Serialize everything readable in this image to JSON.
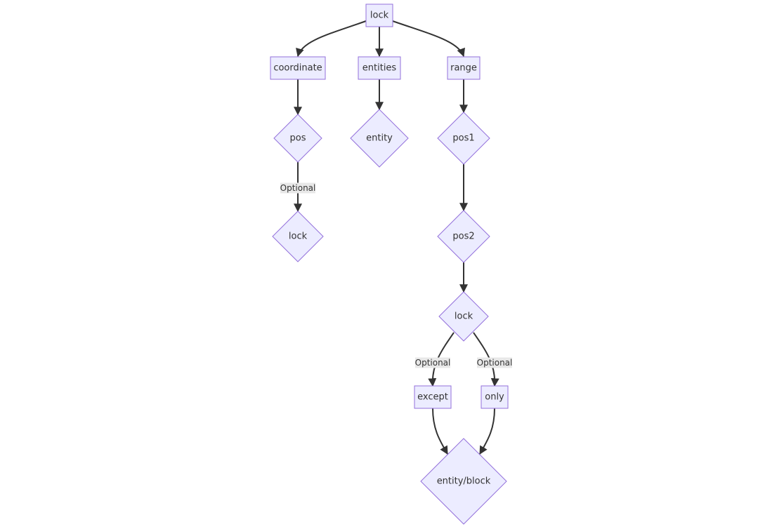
{
  "colors": {
    "node_fill": "#ECECFF",
    "node_stroke": "#9370DB",
    "edge": "#333333",
    "edge_label_bg": "#e8e8e8",
    "text": "#333333"
  },
  "nodes": [
    {
      "id": "lock_root",
      "label": "lock",
      "shape": "rect"
    },
    {
      "id": "coordinate",
      "label": "coordinate",
      "shape": "rect"
    },
    {
      "id": "entities",
      "label": "entities",
      "shape": "rect"
    },
    {
      "id": "range",
      "label": "range",
      "shape": "rect"
    },
    {
      "id": "pos",
      "label": "pos",
      "shape": "diamond"
    },
    {
      "id": "entity",
      "label": "entity",
      "shape": "diamond"
    },
    {
      "id": "pos1",
      "label": "pos1",
      "shape": "diamond"
    },
    {
      "id": "lock_coord",
      "label": "lock",
      "shape": "diamond"
    },
    {
      "id": "pos2",
      "label": "pos2",
      "shape": "diamond"
    },
    {
      "id": "lock_range",
      "label": "lock",
      "shape": "diamond"
    },
    {
      "id": "except",
      "label": "except",
      "shape": "rect"
    },
    {
      "id": "only",
      "label": "only",
      "shape": "rect"
    },
    {
      "id": "entity_block",
      "label": "entity/block",
      "shape": "diamond"
    }
  ],
  "edges": [
    {
      "from": "lock_root",
      "to": "coordinate",
      "label": ""
    },
    {
      "from": "lock_root",
      "to": "entities",
      "label": ""
    },
    {
      "from": "lock_root",
      "to": "range",
      "label": ""
    },
    {
      "from": "coordinate",
      "to": "pos",
      "label": ""
    },
    {
      "from": "entities",
      "to": "entity",
      "label": ""
    },
    {
      "from": "range",
      "to": "pos1",
      "label": ""
    },
    {
      "from": "pos",
      "to": "lock_coord",
      "label": "Optional"
    },
    {
      "from": "pos1",
      "to": "pos2",
      "label": ""
    },
    {
      "from": "pos2",
      "to": "lock_range",
      "label": ""
    },
    {
      "from": "lock_range",
      "to": "except",
      "label": "Optional"
    },
    {
      "from": "lock_range",
      "to": "only",
      "label": "Optional"
    },
    {
      "from": "except",
      "to": "entity_block",
      "label": ""
    },
    {
      "from": "only",
      "to": "entity_block",
      "label": ""
    }
  ]
}
